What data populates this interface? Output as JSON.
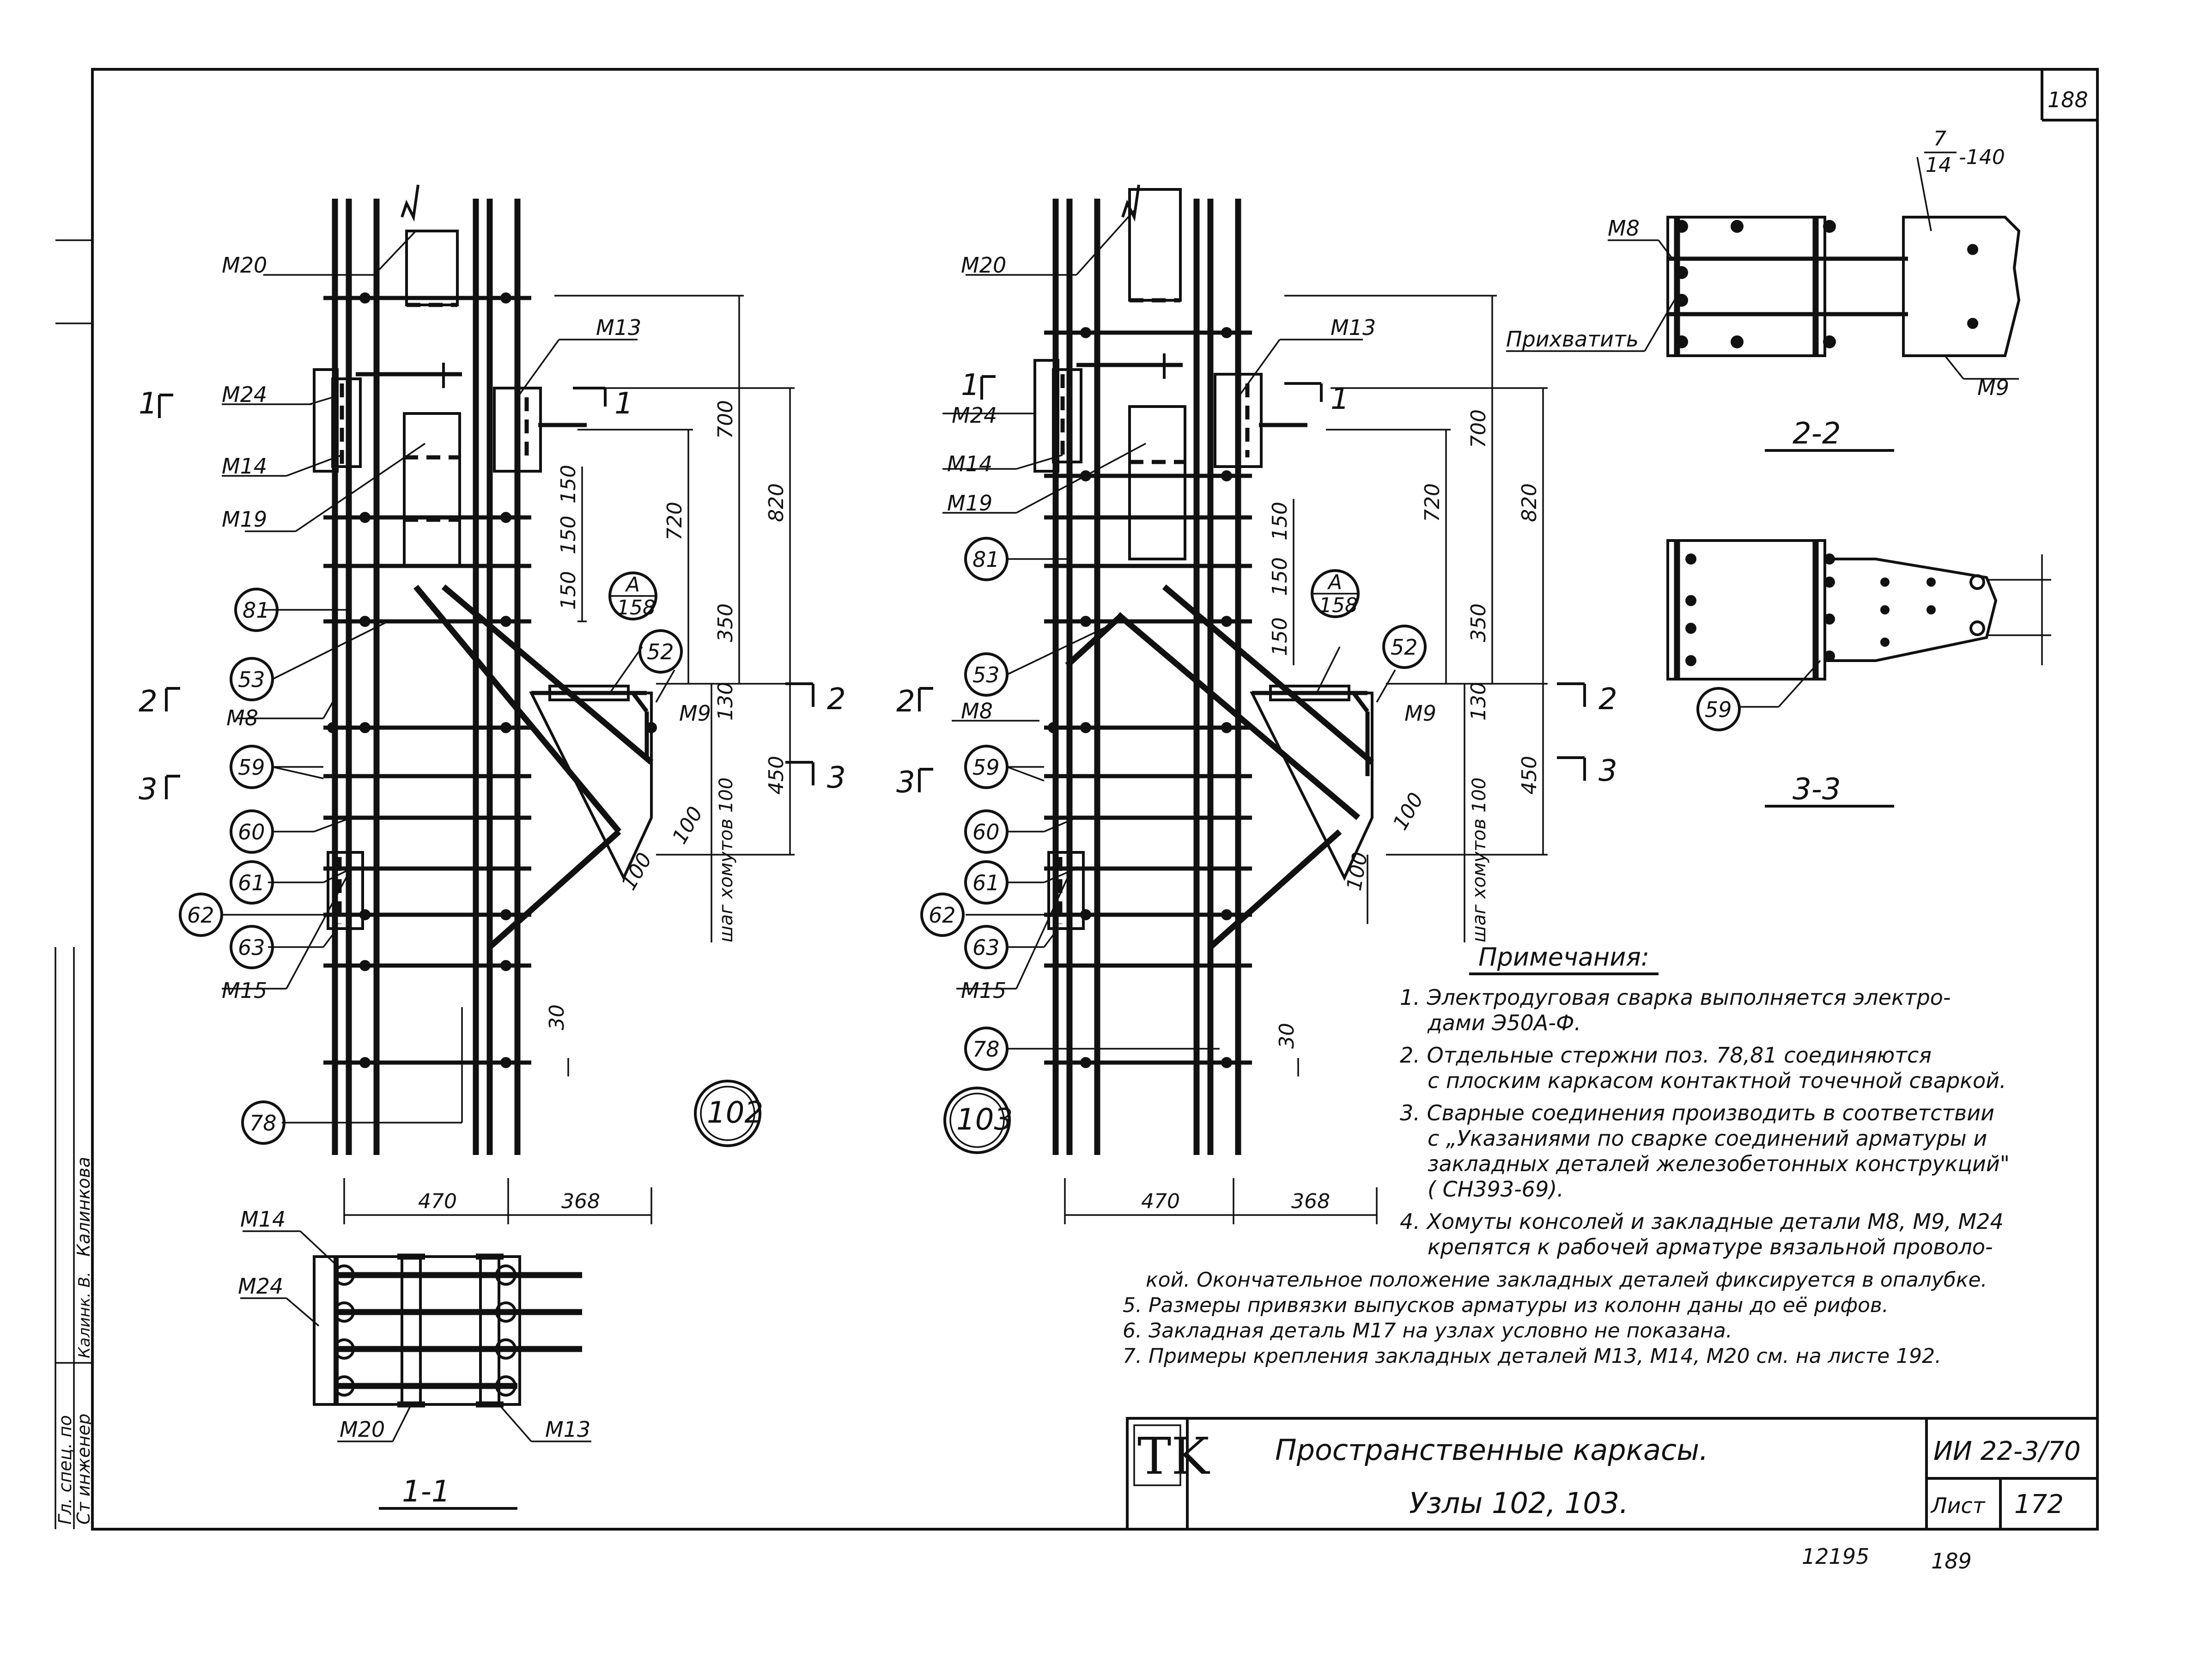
{
  "sheet": {
    "page_number": "188",
    "bottom_numbers": [
      "12195",
      "189"
    ]
  },
  "title_block": {
    "logo": "TK",
    "title_line1": "Пространственные каркасы.",
    "title_line2": "Узлы 102, 103.",
    "series": "ИИ 22-3/70",
    "sheet_label": "Лист",
    "sheet_number": "172"
  },
  "side_stamp": {
    "role1": "Ст инженер",
    "role2": "Гл. спец. по",
    "name1": "Калинкова",
    "name2": "Калинк. В."
  },
  "node102": {
    "label": "102",
    "marks": {
      "m20": "М20",
      "m13": "М13",
      "m24": "М24",
      "m14": "М14",
      "m19": "М19",
      "m8": "М8",
      "m9": "М9",
      "m15": "М15",
      "a158_top": "А",
      "a158_bot": "158"
    },
    "positions": [
      "81",
      "53",
      "59",
      "60",
      "61",
      "62",
      "63",
      "78",
      "52"
    ],
    "cuts": [
      "1",
      "1",
      "2",
      "2",
      "3",
      "3"
    ],
    "dims": {
      "d700": "700",
      "d820": "820",
      "d720": "720",
      "d150a": "150",
      "d150b": "150",
      "d150c": "150",
      "d350": "350",
      "d130": "130",
      "d450": "450",
      "shag": "шаг хомутов 100",
      "d100a": "100",
      "d100b": "100",
      "d30": "30",
      "d470": "470",
      "d368": "368"
    }
  },
  "node103": {
    "label": "103",
    "marks": {
      "m20": "М20",
      "m13": "М13",
      "m24": "М24",
      "m14": "М14",
      "m19": "М19",
      "m8": "М8",
      "m9": "М9",
      "m15": "М15",
      "a158_top": "А",
      "a158_bot": "158"
    },
    "positions": [
      "81",
      "53",
      "59",
      "60",
      "61",
      "62",
      "63",
      "78",
      "52"
    ],
    "cuts": [
      "1",
      "1",
      "2",
      "2",
      "3",
      "3"
    ],
    "dims": {
      "d700": "700",
      "d820": "820",
      "d720": "720",
      "d150a": "150",
      "d150b": "150",
      "d150c": "150",
      "d350": "350",
      "d130": "130",
      "d450": "450",
      "shag": "шаг хомутов 100",
      "d100a": "100",
      "d100b": "100",
      "d30": "30",
      "d470": "470",
      "d368": "368"
    }
  },
  "section11": {
    "label": "1-1",
    "m14": "М14",
    "m24": "М24",
    "m20": "М20",
    "m13": "М13"
  },
  "section22": {
    "label": "2-2",
    "m8": "М8",
    "m9": "М9",
    "prikh": "Прихватить",
    "frac_top": "7",
    "frac_bot": "14",
    "frac_rest": "-140"
  },
  "section33": {
    "label": "3-3",
    "pos59": "59"
  },
  "notes": {
    "heading": "Примечания:",
    "lines": [
      "1. Электродуговая сварка выполняется электро-",
      "дами Э50А-Ф.",
      "2. Отдельные стержни поз. 78,81 соединяются",
      "с плоским каркасом контактной точечной сваркой.",
      "3. Сварные соединения производить в соответствии",
      "с „Указаниями по сварке соединений арматуры и",
      "закладных деталей железобетонных конструкций\"",
      "( СН393-69).",
      "4. Хомуты консолей и закладные детали М8, М9, М24",
      "крепятся к рабочей арматуре вязальной проволо-",
      "кой. Окончательное положение закладных деталей фиксируется в опалубке.",
      "5. Размеры привязки выпусков арматуры из колонн даны до её рифов.",
      "6. Закладная деталь М17 на узлах условно не показана.",
      "7. Примеры крепления закладных деталей М13, М14, М20 см. на листе 192."
    ]
  }
}
